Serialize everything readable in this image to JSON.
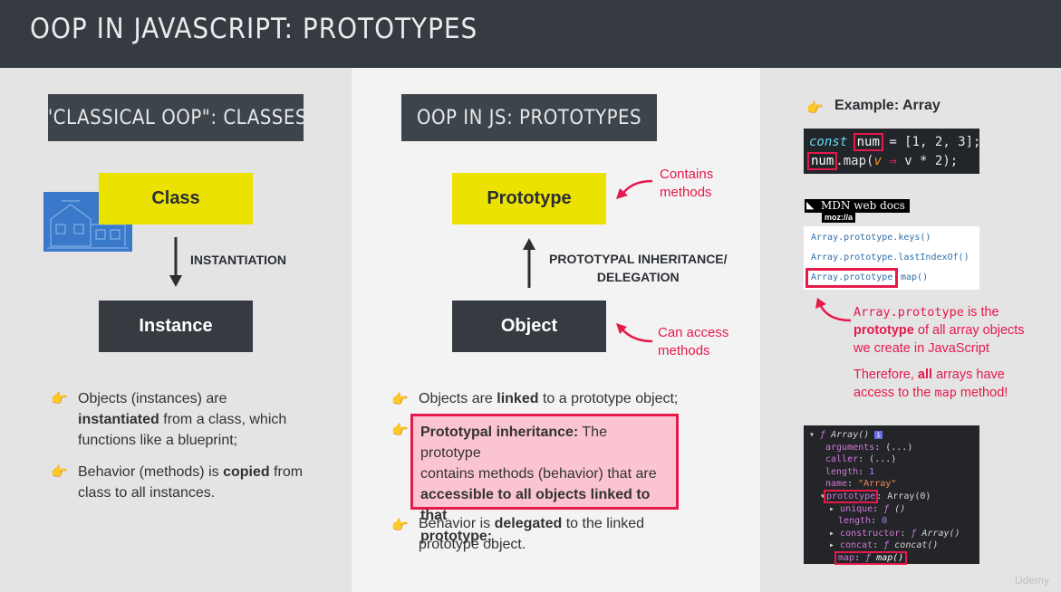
{
  "title": "OOP IN JAVASCRIPT: PROTOTYPES",
  "left": {
    "header": "\"CLASSICAL OOP\": CLASSES",
    "class_label": "Class",
    "arrow_label": "INSTANTIATION",
    "instance_label": "Instance",
    "bullet1": {
      "a": "Objects (instances) are",
      "b": "instantiated",
      "c": " from a class, which",
      "d": "functions like a blueprint;"
    },
    "bullet2": {
      "a": "Behavior (methods) is ",
      "b": "copied",
      "c": " from",
      "d": "class to all instances."
    }
  },
  "middle": {
    "header": "OOP IN JS: PROTOTYPES",
    "prototype_label": "Prototype",
    "contains_methods": [
      "Contains",
      "methods"
    ],
    "arrow_label": [
      "PROTOTYPAL INHERITANCE/",
      "DELEGATION"
    ],
    "object_label": "Object",
    "can_access": [
      "Can access",
      "methods"
    ],
    "bullet1": {
      "a": "Objects are ",
      "b": "linked",
      "c": " to a prototype object;"
    },
    "box": {
      "l1b": "Prototypal inheritance:",
      "l1": " The prototype",
      "l2": "contains methods (behavior) that are",
      "l3b": "accessible to all objects linked to that",
      "l4b": "prototype;"
    },
    "bullet3": {
      "a": "Behavior is ",
      "b": "delegated",
      "c": " to the linked",
      "d": "prototype object."
    }
  },
  "right": {
    "example": "Example: Array",
    "code": {
      "kw": "const",
      "var": "num",
      "rest1": " = [1, 2, 3];",
      "var2": "num",
      "rest2a": ".map(",
      "param": "v",
      "arrow": " ⇒ ",
      "rest2b": "v * 2);"
    },
    "mdn_logo": "MDN web docs",
    "mdn_sub": "moz://a",
    "mdn_items": [
      "Array.prototype.keys()",
      "Array.prototype.lastIndexOf()",
      "Array.prototype",
      "map()"
    ],
    "note": {
      "l1m": "Array.prototype",
      "l1": " is the",
      "l2b": "prototype",
      "l2": " of all array objects",
      "l3": "we create in JavaScript",
      "l4a": "Therefore, ",
      "l4b": "all",
      "l4c": " arrays have",
      "l5a": "access to the ",
      "l5m": "map",
      "l5c": " method!"
    },
    "devtools": {
      "root": "Array()",
      "arguments": "(...)",
      "caller": "(...)",
      "length": "1",
      "name": "\"Array\"",
      "prototype": "Array(0)",
      "unique": "()",
      "plength": "0",
      "constructor": "Array()",
      "concat": "concat()",
      "map": "map()"
    }
  },
  "watermark": "Udemy",
  "colors": {
    "accent_red": "#e6194b",
    "yellow": "#ece200",
    "dark": "#353b40"
  }
}
